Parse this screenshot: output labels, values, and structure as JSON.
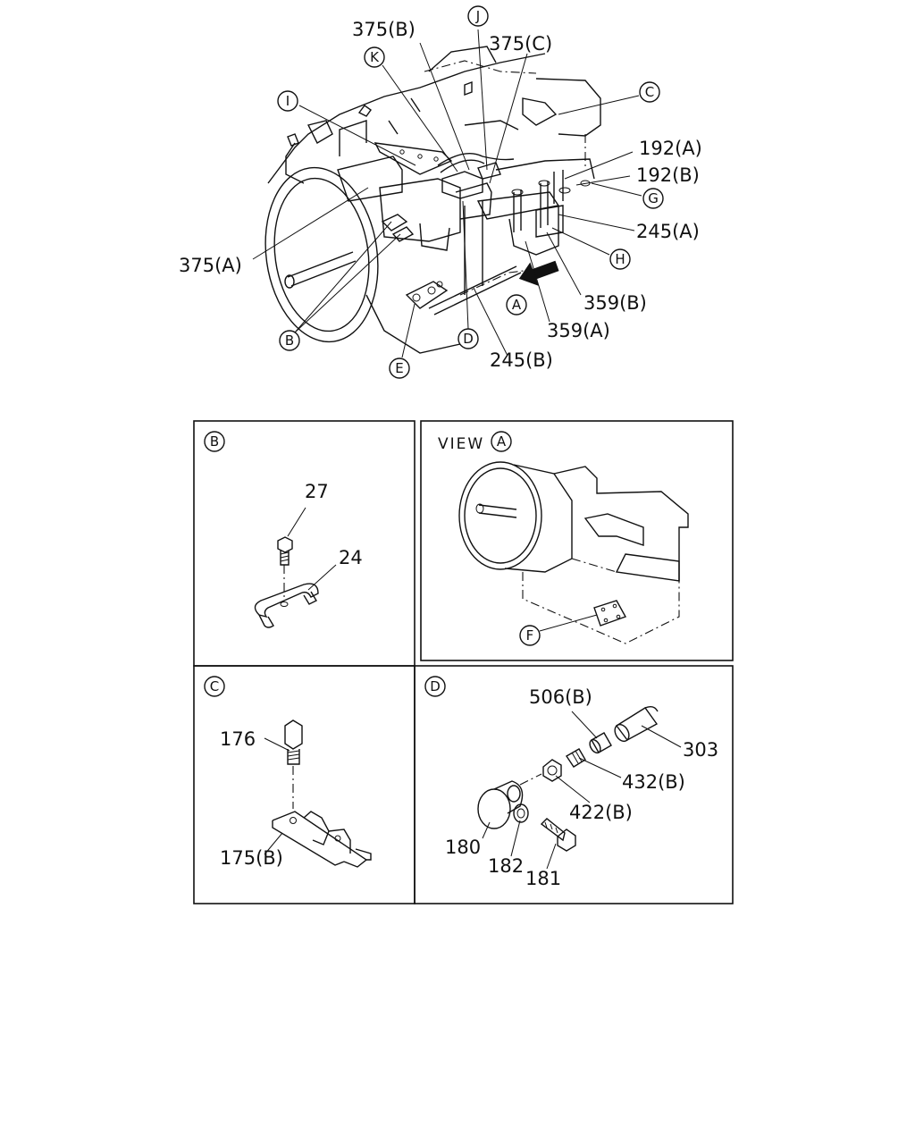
{
  "main_callouts": {
    "p375b": "375(B)",
    "p375c": "375(C)",
    "p375a": "375(A)",
    "p192a": "192(A)",
    "p192b": "192(B)",
    "p245a": "245(A)",
    "p245b": "245(B)",
    "p359a": "359(A)",
    "p359b": "359(B)"
  },
  "reference_letters": {
    "A": "A",
    "B": "B",
    "C": "C",
    "D": "D",
    "E": "E",
    "F": "F",
    "G": "G",
    "H": "H",
    "I": "I",
    "J": "J",
    "K": "K"
  },
  "panel_b": {
    "letter": "B",
    "parts": [
      "27",
      "24"
    ]
  },
  "panel_view_a": {
    "title": "VIEW",
    "letter": "A",
    "marker": "F"
  },
  "panel_c": {
    "letter": "C",
    "parts": [
      "176",
      "175(B)"
    ]
  },
  "panel_d": {
    "letter": "D",
    "parts": [
      "506(B)",
      "303",
      "432(B)",
      "422(B)",
      "180",
      "182",
      "181"
    ]
  }
}
